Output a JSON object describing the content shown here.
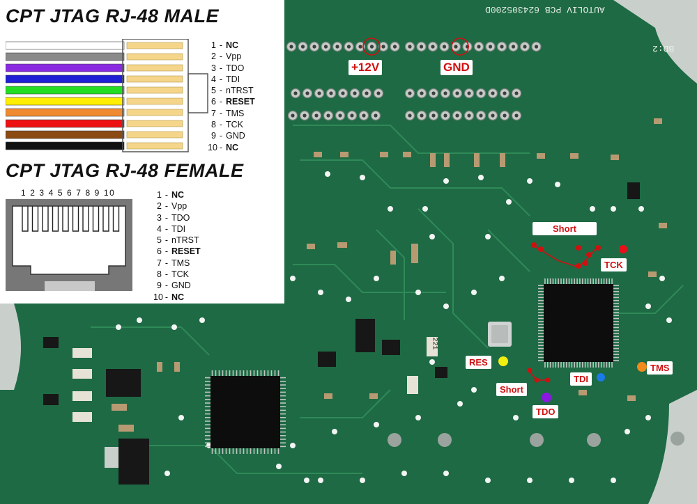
{
  "male": {
    "title": "CPT JTAG RJ-48 MALE",
    "pins": [
      {
        "num": "1",
        "name": "NC",
        "bold": true
      },
      {
        "num": "2",
        "name": "Vpp",
        "bold": false
      },
      {
        "num": "3",
        "name": "TDO",
        "bold": false
      },
      {
        "num": "4",
        "name": "TDI",
        "bold": false
      },
      {
        "num": "5",
        "name": "nTRST",
        "bold": false
      },
      {
        "num": "6",
        "name": "RESET",
        "bold": true
      },
      {
        "num": "7",
        "name": "TMS",
        "bold": false
      },
      {
        "num": "8",
        "name": "TCK",
        "bold": false
      },
      {
        "num": "9",
        "name": "GND",
        "bold": false
      },
      {
        "num": "10",
        "name": "NC",
        "bold": true
      }
    ],
    "wire_colors": [
      "#ffffff",
      "#8a8a8a",
      "#8a2be2",
      "#1f1fd6",
      "#22dd22",
      "#ffee00",
      "#f08a30",
      "#ee1111",
      "#8a4a12",
      "#111111"
    ]
  },
  "female": {
    "title": "CPT JTAG RJ-48 FEMALE",
    "pin_numbers": "1 2 3 4 5 6 7 8 9 10",
    "pins": [
      {
        "num": "1",
        "name": "NC",
        "bold": true
      },
      {
        "num": "2",
        "name": "Vpp",
        "bold": false
      },
      {
        "num": "3",
        "name": "TDO",
        "bold": false
      },
      {
        "num": "4",
        "name": "TDI",
        "bold": false
      },
      {
        "num": "5",
        "name": "nTRST",
        "bold": false
      },
      {
        "num": "6",
        "name": "RESET",
        "bold": true
      },
      {
        "num": "7",
        "name": "TMS",
        "bold": false
      },
      {
        "num": "8",
        "name": "TCK",
        "bold": false
      },
      {
        "num": "9",
        "name": "GND",
        "bold": false
      },
      {
        "num": "10",
        "name": "NC",
        "bold": true
      }
    ]
  },
  "board": {
    "silkscreen_top": "AUTOLIV PCB 624305200D",
    "silkscreen_bd": "BD:2",
    "chip_marking": "221",
    "labels": {
      "v12": "+12V",
      "gnd": "GND",
      "short_top": "Short",
      "tck": "TCK",
      "res": "RES",
      "short_bottom": "Short",
      "tdi": "TDI",
      "tms": "TMS",
      "tdo": "TDO"
    },
    "marker_colors": {
      "tck": "#e8101a",
      "res": "#f2ee10",
      "tdi": "#1a7ae8",
      "tms": "#f08a1a",
      "tdo": "#8a18e0",
      "short": "#d01010"
    }
  }
}
